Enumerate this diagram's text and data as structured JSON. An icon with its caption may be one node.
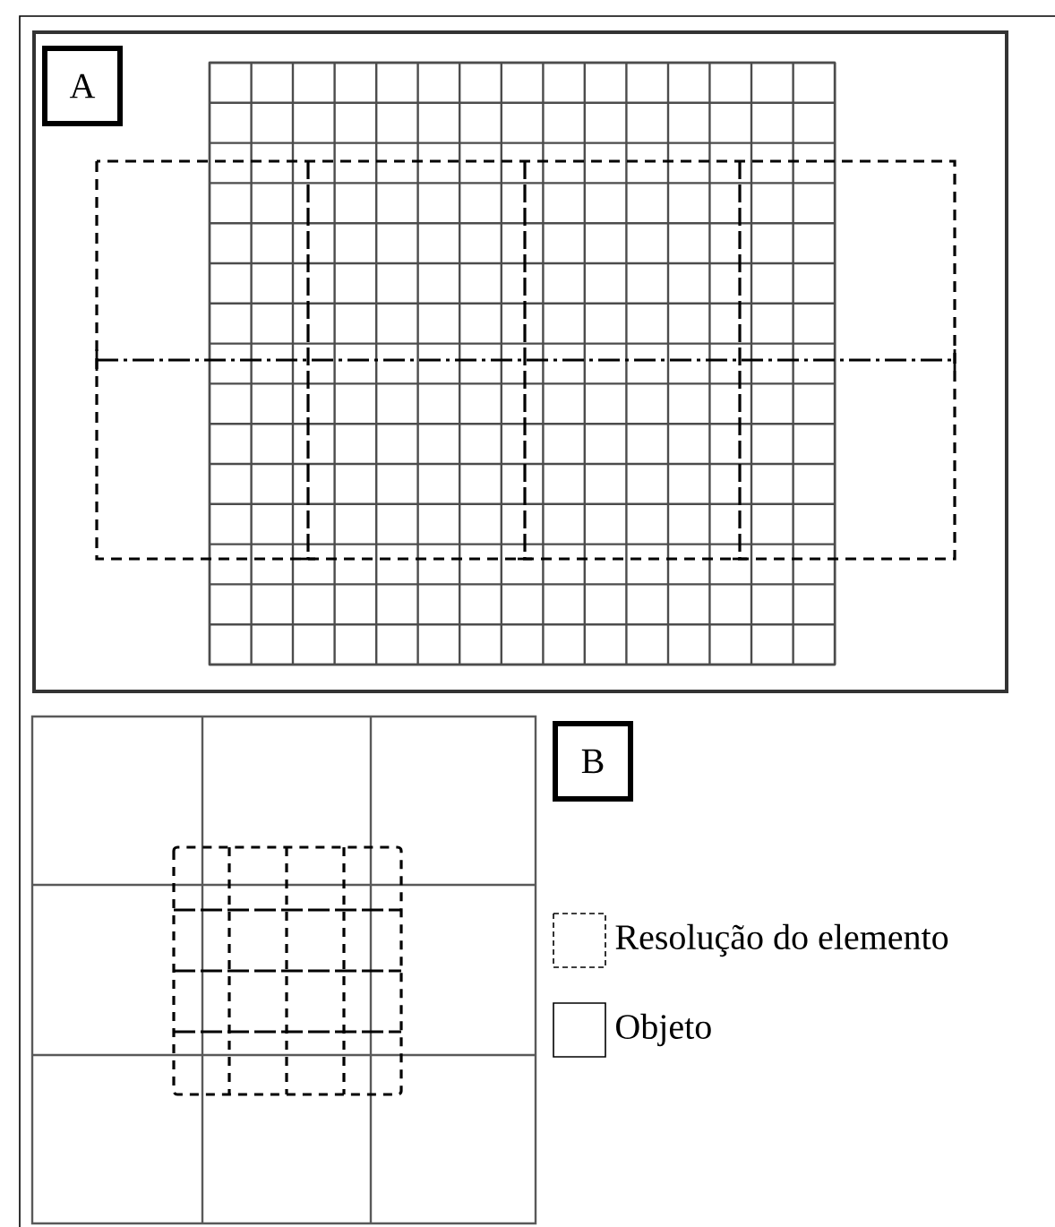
{
  "diagram": {
    "nodes": [
      {
        "text": [
          "A"
        ]
      },
      {
        "text": [
          "B"
        ]
      }
    ],
    "legend": [
      {
        "text": "Resolução do elemento"
      },
      {
        "text": "Objeto"
      }
    ]
  }
}
